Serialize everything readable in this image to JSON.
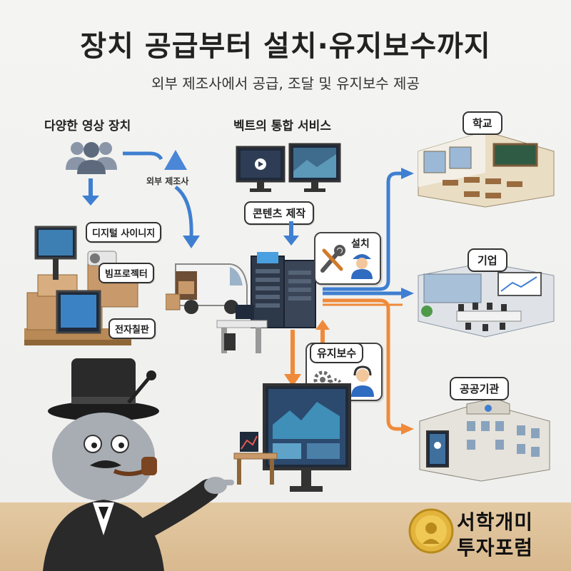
{
  "title": "장치 공급부터 설치·유지보수까지",
  "subtitle": "외부 제조사에서 공급, 조달 및 유지보수 제공",
  "left_section": {
    "title": "다양한 영상 장치",
    "supplier_label": "외부 제조사",
    "devices": [
      "디지털 사이니지",
      "빔프로젝터",
      "전자칠판"
    ]
  },
  "center_section": {
    "title": "벡트의 통합 서비스",
    "content_label": "콘텐츠 제작",
    "install_label": "설치",
    "maintenance_label": "유지보수"
  },
  "destinations": [
    "학교",
    "기업",
    "공공기관"
  ],
  "logo": {
    "line1": "서학개미",
    "line2": "투자포럼"
  },
  "colors": {
    "blue_arrow": "#3f7fd1",
    "orange_arrow": "#ef8a3a"
  }
}
